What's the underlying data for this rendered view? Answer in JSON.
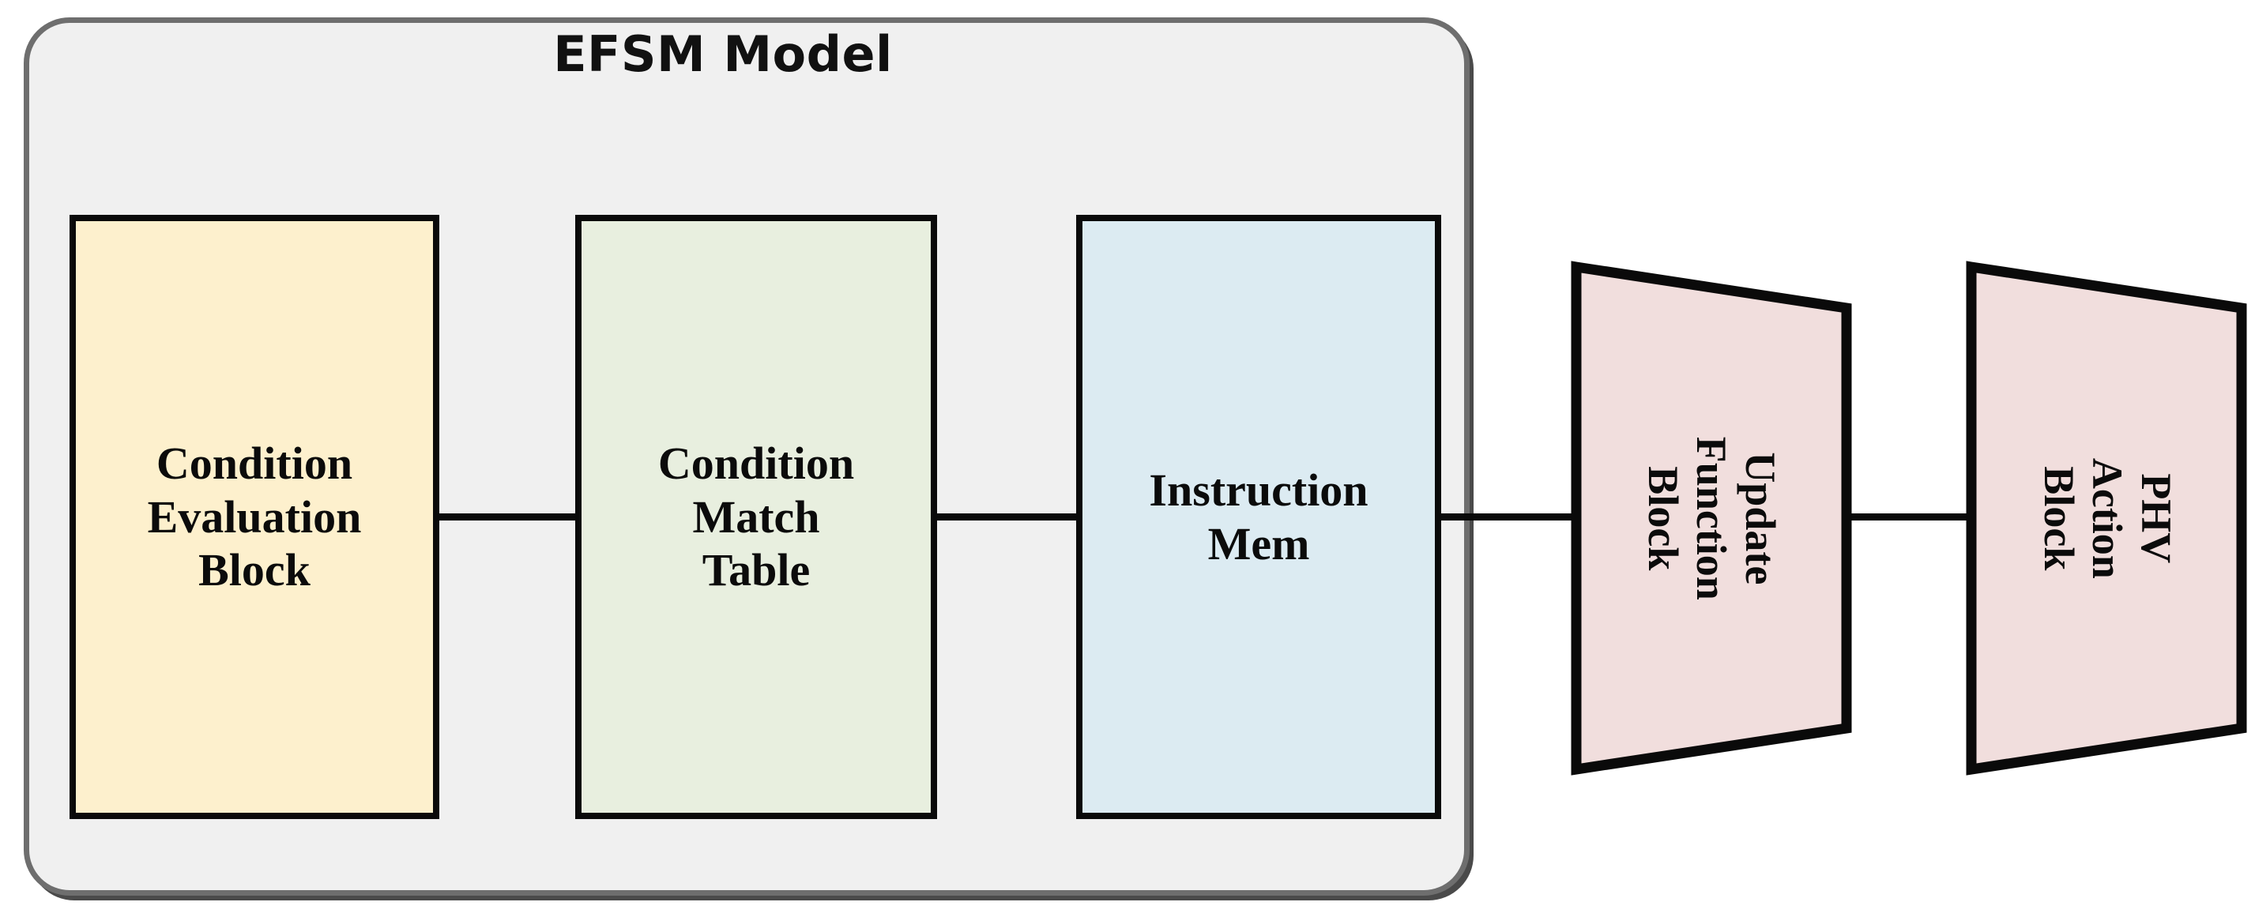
{
  "diagram": {
    "title": "EFSM Model",
    "container": {
      "label": "EFSM Model",
      "fill": "#f0f0f0",
      "border_color": "#6e6e6e"
    },
    "blocks": [
      {
        "id": "condition-evaluation-block",
        "label": "Condition\nEvaluation\nBlock",
        "shape": "rectangle",
        "fill": "#fdf0cd",
        "border_color": "#0a0a0a"
      },
      {
        "id": "condition-match-table",
        "label": "Condition\nMatch\nTable",
        "shape": "rectangle",
        "fill": "#e8efdf",
        "border_color": "#0a0a0a"
      },
      {
        "id": "instruction-mem",
        "label": "Instruction\nMem",
        "shape": "rectangle",
        "fill": "#dcebf2",
        "border_color": "#0a0a0a"
      },
      {
        "id": "update-function-block",
        "label": "Update\nFunction\nBlock",
        "shape": "trapezoid",
        "fill": "#f1dedd",
        "border_color": "#0a0a0a",
        "text_orientation": "rotated-90"
      },
      {
        "id": "phv-action-block",
        "label": "PHV\nAction\nBlock",
        "shape": "trapezoid",
        "fill": "#f1dedd",
        "border_color": "#0a0a0a",
        "text_orientation": "rotated-90"
      }
    ],
    "connectors": [
      {
        "id": "connector-1",
        "from": "condition-evaluation-block",
        "to": "condition-match-table",
        "style": "solid-line"
      },
      {
        "id": "connector-2",
        "from": "condition-match-table",
        "to": "instruction-mem",
        "style": "solid-line"
      },
      {
        "id": "connector-3",
        "from": "instruction-mem",
        "to": "update-function-block",
        "style": "solid-line"
      },
      {
        "id": "connector-4",
        "from": "update-function-block",
        "to": "phv-action-block",
        "style": "solid-line"
      }
    ]
  }
}
